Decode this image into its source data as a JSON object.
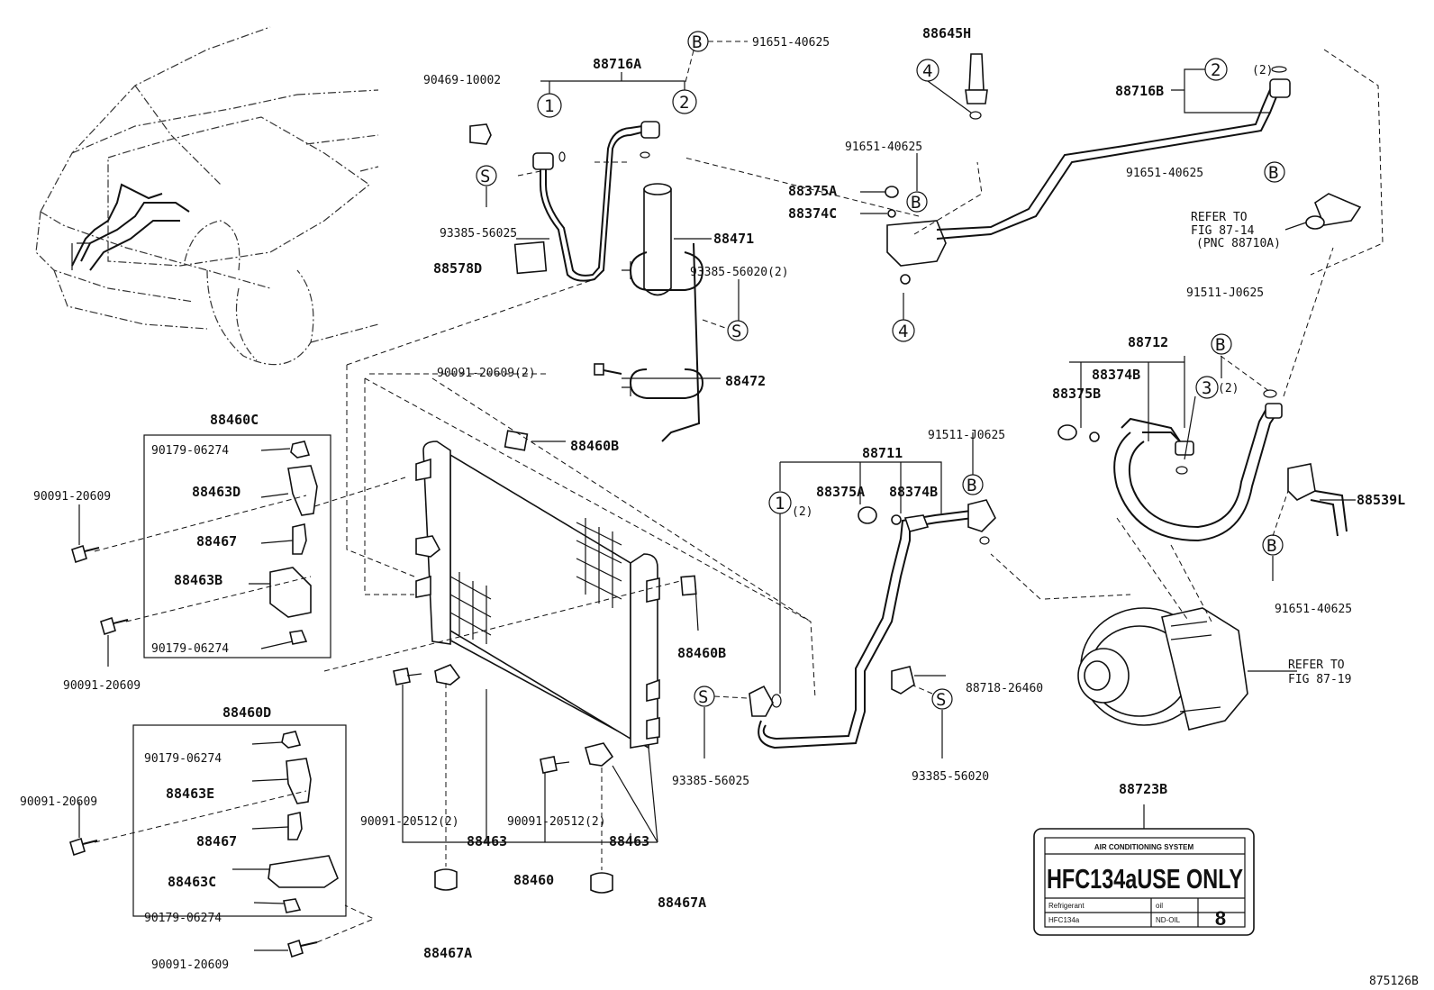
{
  "drawing_number": "875126B",
  "labels": {
    "p88716A": "88716A",
    "p91651_40625_top": "91651-40625",
    "p90469_10002": "90469-10002",
    "p93385_56025_top": "93385-56025",
    "p88578D": "88578D",
    "p88471": "88471",
    "p93385_56020_2": "93385-56020(2)",
    "p90091_20609_2": "90091-20609(2)",
    "p88472": "88472",
    "p88645H": "88645H",
    "p91651_40625_mid": "91651-40625",
    "p88375A_top": "88375A",
    "p88374C": "88374C",
    "p88716B": "88716B",
    "p91651_40625_right": "91651-40625",
    "refer_87_14_a": "REFER TO",
    "refer_87_14_b": "FIG 87-14",
    "refer_87_14_c": "(PNC 88710A)",
    "p91511_J0625_right": "91511-J0625",
    "p88712": "88712",
    "p88374B_right": "88374B",
    "p88375B": "88375B",
    "p88539L": "88539L",
    "p91651_40625_bot": "91651-40625",
    "refer_87_19_a": "REFER TO",
    "refer_87_19_b": "FIG 87-19",
    "p88460C": "88460C",
    "p90179_06274_a": "90179-06274",
    "p88463D": "88463D",
    "p90091_20609_a": "90091-20609",
    "p88467_a": "88467",
    "p88463B": "88463B",
    "p90179_06274_b": "90179-06274",
    "p90091_20609_b": "90091-20609",
    "p88460B_top": "88460B",
    "p88460B_right": "88460B",
    "p88711": "88711",
    "p91511_J0625_mid": "91511-J0625",
    "p88375A_mid": "88375A",
    "p88374B_mid": "88374B",
    "p88718_26460": "88718-26460",
    "p93385_56020": "93385-56020",
    "p93385_56025_bot": "93385-56025",
    "p88460D": "88460D",
    "p90179_06274_c": "90179-06274",
    "p88463E": "88463E",
    "p90091_20609_c": "90091-20609",
    "p88467_b": "88467",
    "p88463C": "88463C",
    "p90179_06274_d": "90179-06274",
    "p90091_20609_d": "90091-20609",
    "p90091_20512_2_a": "90091-20512(2)",
    "p90091_20512_2_b": "90091-20512(2)",
    "p88463_a": "88463",
    "p88463_b": "88463",
    "p88460": "88460",
    "p88467A_a": "88467A",
    "p88467A_b": "88467A",
    "p88723B": "88723B"
  },
  "callouts": {
    "c1": "1",
    "c2": "2",
    "c3": "3",
    "c4": "4",
    "cB": "B",
    "cS": "S",
    "qty2": "(2)"
  },
  "ac_label": {
    "header": "AIR CONDITIONING SYSTEM",
    "main": "HFC134aUSE ONLY",
    "refrigerant_label": "Refrigerant",
    "refrigerant_value": "HFC134a",
    "oil_label": "oil",
    "oil_value": "ND-OIL",
    "oil_number": "8"
  }
}
